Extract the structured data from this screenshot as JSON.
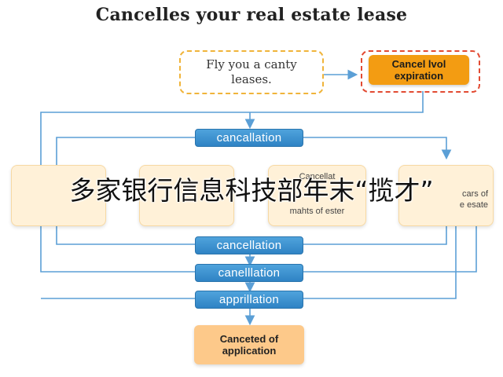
{
  "title": "Cancelles your real estate lease",
  "top_note": "Fly you a canty\nleases.",
  "top_right_box": "Cancel lvol\nexpiration",
  "pills": [
    "cancallation",
    "cancellation",
    "canelllation",
    "apprillation"
  ],
  "cards": [
    {
      "lines": [
        "",
        ""
      ]
    },
    {
      "lines": [
        "",
        ""
      ]
    },
    {
      "lines": [
        "Cancellat",
        "mahts of ester"
      ]
    },
    {
      "lines": [
        "cars of",
        "e esate"
      ]
    }
  ],
  "overlay_caption": "多家银行信息科技部年末“揽才”",
  "final_box": "Canceted of\napplication",
  "colors": {
    "pill_blue": "#3b8fd0",
    "orange": "#f39c12",
    "card_fill": "#fff1d8",
    "final_fill": "#fdc98a",
    "connector": "#5b9fd6",
    "dashed_yellow": "#f0b43a",
    "dashed_red": "#e24a32"
  }
}
